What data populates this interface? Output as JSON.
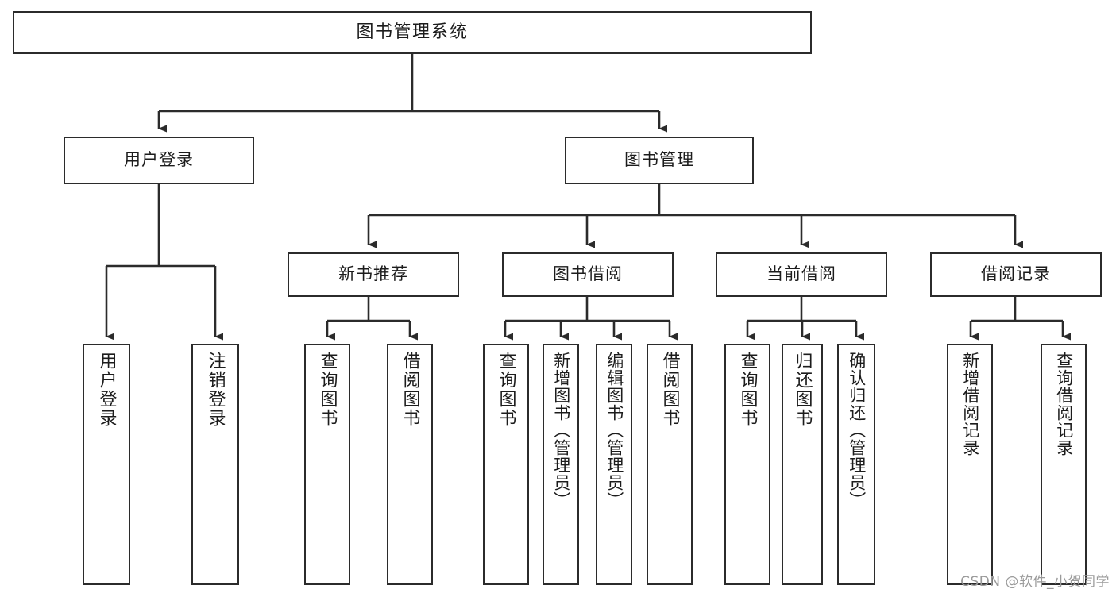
{
  "diagram": {
    "title": "图书管理系统",
    "type": "tree",
    "watermark": "CSDN @软件_小贺同学",
    "colors": {
      "border": "#2b2b2b",
      "fill": "#ffffff",
      "text": "#1c1c1c",
      "edge": "#2b2b2b",
      "watermark": "#9a9a9a"
    },
    "nodes": {
      "root": {
        "label": "图书管理系统"
      },
      "level1": [
        {
          "label": "用户登录"
        },
        {
          "label": "图书管理"
        }
      ],
      "level2": [
        {
          "label": "新书推荐"
        },
        {
          "label": "图书借阅"
        },
        {
          "label": "当前借阅"
        },
        {
          "label": "借阅记录"
        }
      ],
      "leaves": {
        "user_login": [
          {
            "label": "用户登录"
          },
          {
            "label": "注销登录"
          }
        ],
        "new_book": [
          {
            "label": "查询图书"
          },
          {
            "label": "借阅图书"
          }
        ],
        "borrow": [
          {
            "label": "查询图书"
          },
          {
            "label": "新增图书（管理员）"
          },
          {
            "label": "编辑图书（管理员）"
          },
          {
            "label": "借阅图书"
          }
        ],
        "current": [
          {
            "label": "查询图书"
          },
          {
            "label": "归还图书"
          },
          {
            "label": "确认归还（管理员）"
          }
        ],
        "records": [
          {
            "label": "新增借阅记录"
          },
          {
            "label": "查询借阅记录"
          }
        ]
      }
    },
    "edges": {
      "root_to_level1": [
        {
          "from": "图书管理系统",
          "to": "用户登录"
        },
        {
          "from": "图书管理系统",
          "to": "图书管理"
        }
      ],
      "level1_to_level2": [
        {
          "from": "图书管理",
          "to": "新书推荐"
        },
        {
          "from": "图书管理",
          "to": "图书借阅"
        },
        {
          "from": "图书管理",
          "to": "当前借阅"
        },
        {
          "from": "图书管理",
          "to": "借阅记录"
        }
      ],
      "level2_to_leaves": [
        {
          "from": "用户登录",
          "to": "用户登录"
        },
        {
          "from": "用户登录",
          "to": "注销登录"
        },
        {
          "from": "新书推荐",
          "to": "查询图书"
        },
        {
          "from": "新书推荐",
          "to": "借阅图书"
        },
        {
          "from": "图书借阅",
          "to": "查询图书"
        },
        {
          "from": "图书借阅",
          "to": "新增图书（管理员）"
        },
        {
          "from": "图书借阅",
          "to": "编辑图书（管理员）"
        },
        {
          "from": "图书借阅",
          "to": "借阅图书"
        },
        {
          "from": "当前借阅",
          "to": "查询图书"
        },
        {
          "from": "当前借阅",
          "to": "归还图书"
        },
        {
          "from": "当前借阅",
          "to": "确认归还（管理员）"
        },
        {
          "from": "借阅记录",
          "to": "新增借阅记录"
        },
        {
          "from": "借阅记录",
          "to": "查询借阅记录"
        }
      ]
    }
  }
}
